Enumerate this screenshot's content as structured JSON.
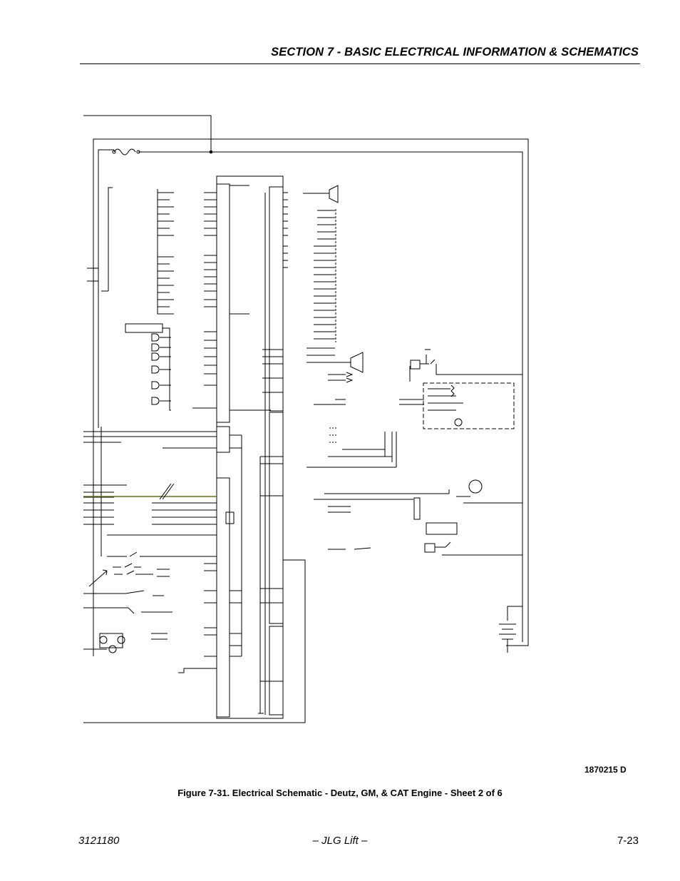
{
  "header": {
    "section_title": "SECTION 7 - BASIC ELECTRICAL INFORMATION & SCHEMATICS"
  },
  "figure": {
    "drawing_number": "1870215 D",
    "caption": "Figure 7-31.  Electrical Schematic - Deutz, GM, & CAT Engine - Sheet 2 of 6"
  },
  "footer": {
    "doc_number": "3121180",
    "publisher": "– JLG Lift –",
    "page": "7-23"
  },
  "colors": {
    "ink": "#000000",
    "olive_wire": "#6b6b2a"
  }
}
